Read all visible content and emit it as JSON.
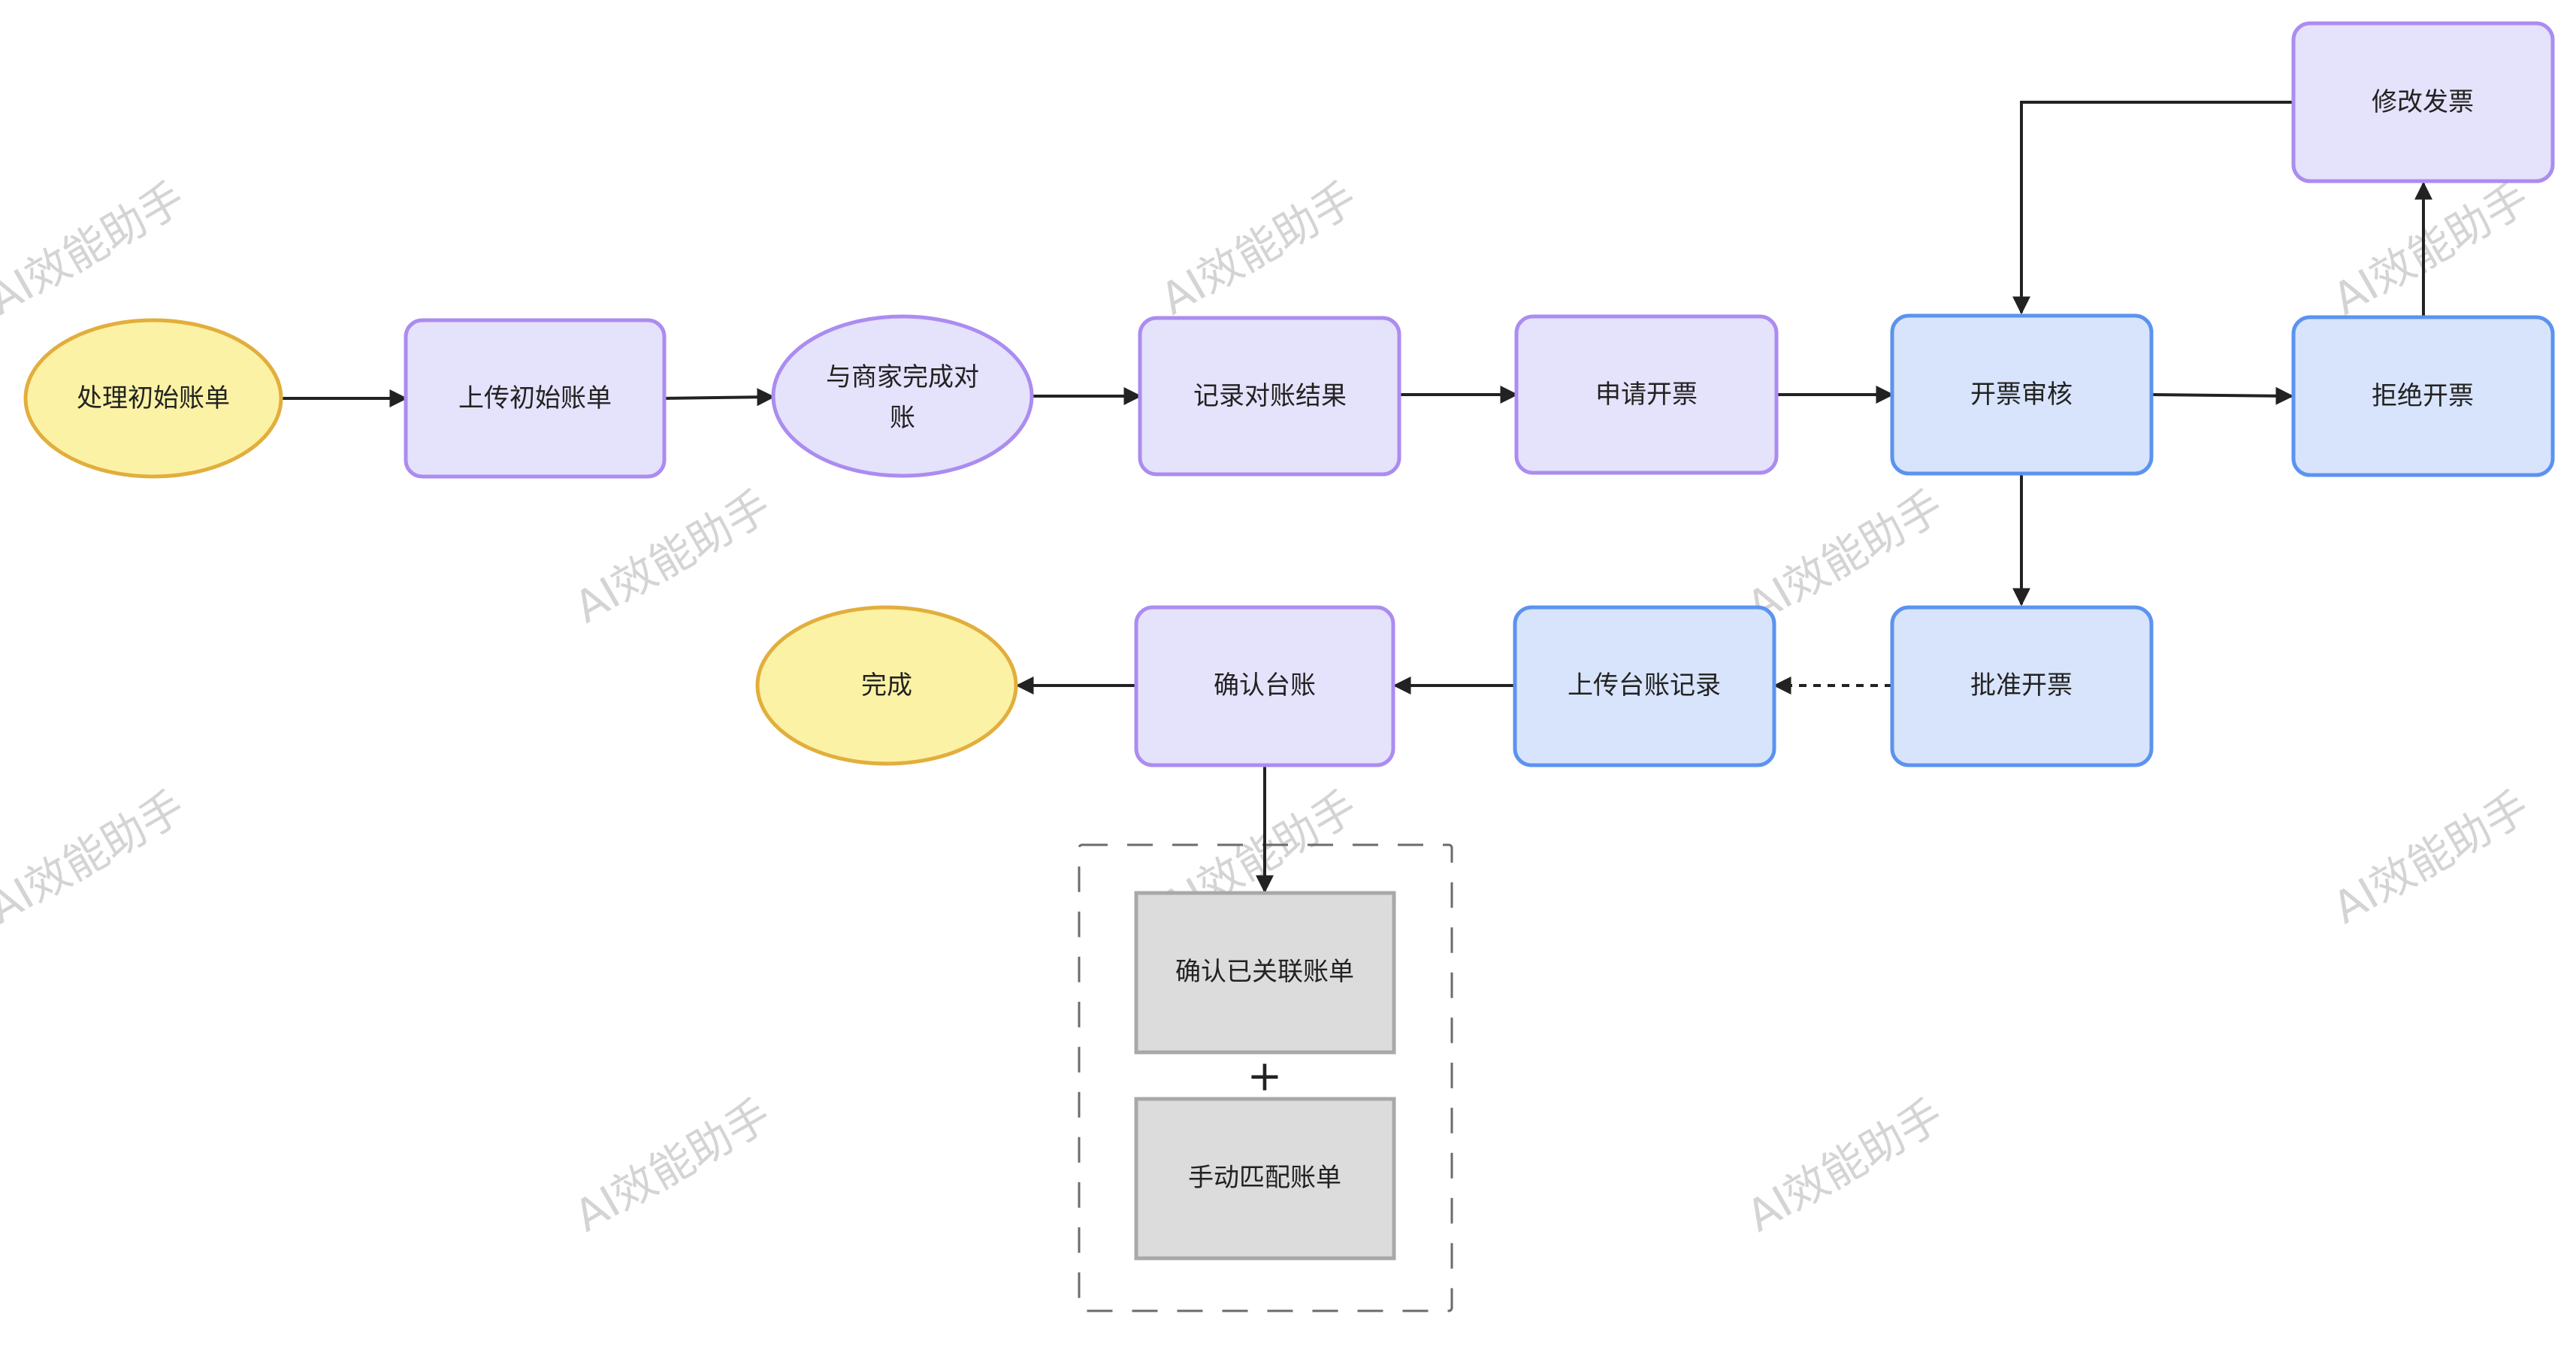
{
  "watermark": "AI效能助手",
  "colors": {
    "start_end_fill": "#fbf2a5",
    "start_end_stroke": "#e2ae3c",
    "purple_fill": "#e5e2fb",
    "purple_stroke": "#ab8cf0",
    "blue_fill": "#d8e4fb",
    "blue_stroke": "#5b93ef",
    "grey_fill": "#dcdcdc",
    "grey_stroke": "#a8a8a8",
    "arrow": "#222222",
    "group_dash": "#6b6b6b"
  },
  "nodes": {
    "process_initial_bill": "处理初始账单",
    "upload_initial_bill": "上传初始账单",
    "reconcile_with_merchant": [
      "与商家完成对",
      "账"
    ],
    "record_result": "记录对账结果",
    "apply_invoice": "申请开票",
    "invoice_review": "开票审核",
    "reject_invoice": "拒绝开票",
    "modify_invoice": "修改发票",
    "approve_invoice": "批准开票",
    "upload_ledger_record": "上传台账记录",
    "confirm_ledger": "确认台账",
    "complete": "完成",
    "confirm_linked_bills": "确认已关联账单",
    "manual_match_bills": "手动匹配账单"
  },
  "group_connector_symbol": "+"
}
